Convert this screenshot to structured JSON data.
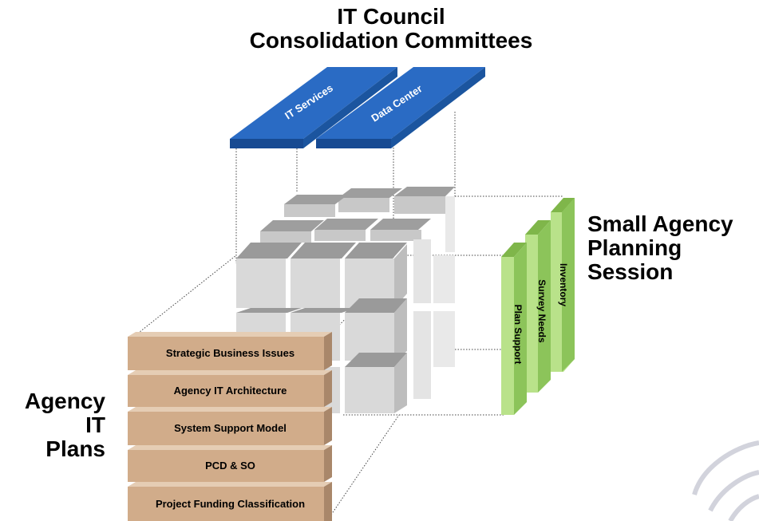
{
  "title": {
    "line1": "IT Council",
    "line2": "Consolidation Committees"
  },
  "committees": [
    {
      "label": "IT Services"
    },
    {
      "label": "Data Center"
    }
  ],
  "small_agency": {
    "line1": "Small Agency",
    "line2": "Planning",
    "line3": "Session"
  },
  "small_agency_tabs": [
    {
      "label": "Inventory"
    },
    {
      "label": "Survey Needs"
    },
    {
      "label": "Plan Support"
    }
  ],
  "agency_plans": {
    "line1": "Agency",
    "line2": "IT",
    "line3": "Plans"
  },
  "plan_layers": [
    {
      "label": "Strategic Business Issues"
    },
    {
      "label": "Agency IT Architecture"
    },
    {
      "label": "System Support Model"
    },
    {
      "label": "PCD & SO"
    },
    {
      "label": "Project Funding Classification"
    }
  ],
  "colors": {
    "committee_blue": "#2a6bc4",
    "committee_blue_dark": "#174a92",
    "tab_green": "#b9e28a",
    "tab_green_dark": "#7fb64a",
    "layer_tan": "#d1ac8a",
    "layer_tan_dark": "#a9876a",
    "cube_gray": "#d6d6d6"
  }
}
